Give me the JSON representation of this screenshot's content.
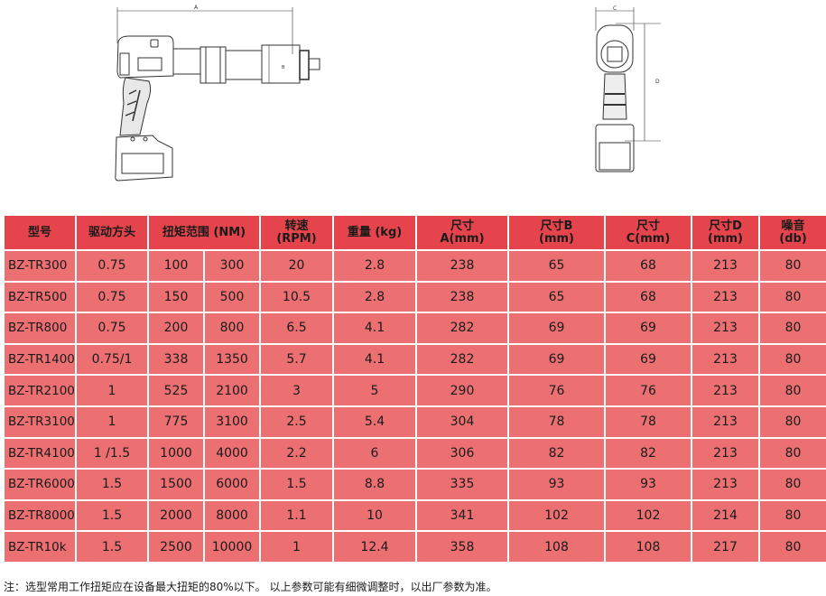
{
  "drawings": {
    "side_view": {
      "dimension_label": "A",
      "inner_label": "B"
    },
    "front_view": {
      "width_label": "C",
      "height_label": "D"
    }
  },
  "table": {
    "headers": {
      "model": "型号",
      "drive": "驱动方头",
      "torque_range": "扭矩范围 (NM)",
      "speed_line1": "转速",
      "speed_line2": "(RPM)",
      "weight": "重量 (kg)",
      "dim_a_line1": "尺寸",
      "dim_a_line2": "A(mm)",
      "dim_b_line1": "尺寸B",
      "dim_b_line2": "(mm)",
      "dim_c_line1": "尺寸",
      "dim_c_line2": "C(mm)",
      "dim_d_line1": "尺寸D",
      "dim_d_line2": "(mm)",
      "noise_line1": "噪音",
      "noise_line2": "(db)"
    },
    "rows": [
      {
        "model": "BZ-TR300",
        "drive": "0.75",
        "torque_min": "100",
        "torque_max": "300",
        "speed": "20",
        "weight": "2.8",
        "dim_a": "238",
        "dim_b": "65",
        "dim_c": "68",
        "dim_d": "213",
        "noise": "80"
      },
      {
        "model": "BZ-TR500",
        "drive": "0.75",
        "torque_min": "150",
        "torque_max": "500",
        "speed": "10.5",
        "weight": "2.8",
        "dim_a": "238",
        "dim_b": "65",
        "dim_c": "68",
        "dim_d": "213",
        "noise": "80"
      },
      {
        "model": "BZ-TR800",
        "drive": "0.75",
        "torque_min": "200",
        "torque_max": "800",
        "speed": "6.5",
        "weight": "4.1",
        "dim_a": "282",
        "dim_b": "69",
        "dim_c": "69",
        "dim_d": "213",
        "noise": "80"
      },
      {
        "model": "BZ-TR1400",
        "drive": "0.75/1",
        "torque_min": "338",
        "torque_max": "1350",
        "speed": "5.7",
        "weight": "4.1",
        "dim_a": "282",
        "dim_b": "69",
        "dim_c": "69",
        "dim_d": "213",
        "noise": "80"
      },
      {
        "model": "BZ-TR2100",
        "drive": "1",
        "torque_min": "525",
        "torque_max": "2100",
        "speed": "3",
        "weight": "5",
        "dim_a": "290",
        "dim_b": "76",
        "dim_c": "76",
        "dim_d": "213",
        "noise": "80"
      },
      {
        "model": "BZ-TR3100",
        "drive": "1",
        "torque_min": "775",
        "torque_max": "3100",
        "speed": "2.5",
        "weight": "5.4",
        "dim_a": "304",
        "dim_b": "78",
        "dim_c": "78",
        "dim_d": "213",
        "noise": "80"
      },
      {
        "model": "BZ-TR4100",
        "drive": "1 /1.5",
        "torque_min": "1000",
        "torque_max": "4000",
        "speed": "2.2",
        "weight": "6",
        "dim_a": "306",
        "dim_b": "82",
        "dim_c": "82",
        "dim_d": "213",
        "noise": "80"
      },
      {
        "model": "BZ-TR6000",
        "drive": "1.5",
        "torque_min": "1500",
        "torque_max": "6000",
        "speed": "1.5",
        "weight": "8.8",
        "dim_a": "335",
        "dim_b": "93",
        "dim_c": "93",
        "dim_d": "213",
        "noise": "80"
      },
      {
        "model": "BZ-TR8000",
        "drive": "1.5",
        "torque_min": "2000",
        "torque_max": "8000",
        "speed": "1.1",
        "weight": "10",
        "dim_a": "341",
        "dim_b": "102",
        "dim_c": "102",
        "dim_d": "214",
        "noise": "80"
      },
      {
        "model": "BZ-TR10k",
        "drive": "1.5",
        "torque_min": "2500",
        "torque_max": "10000",
        "speed": "1",
        "weight": "12.4",
        "dim_a": "358",
        "dim_b": "108",
        "dim_c": "108",
        "dim_d": "217",
        "noise": "80"
      }
    ]
  },
  "note": "注：选型常用工作扭矩应在设备最大扭矩的80%以下。 以上参数可能有细微调整时，以出厂参数为准。",
  "colors": {
    "header_bg": "#e5444d",
    "cell_bg": "#ec6f72",
    "grid": "#ffffff"
  }
}
